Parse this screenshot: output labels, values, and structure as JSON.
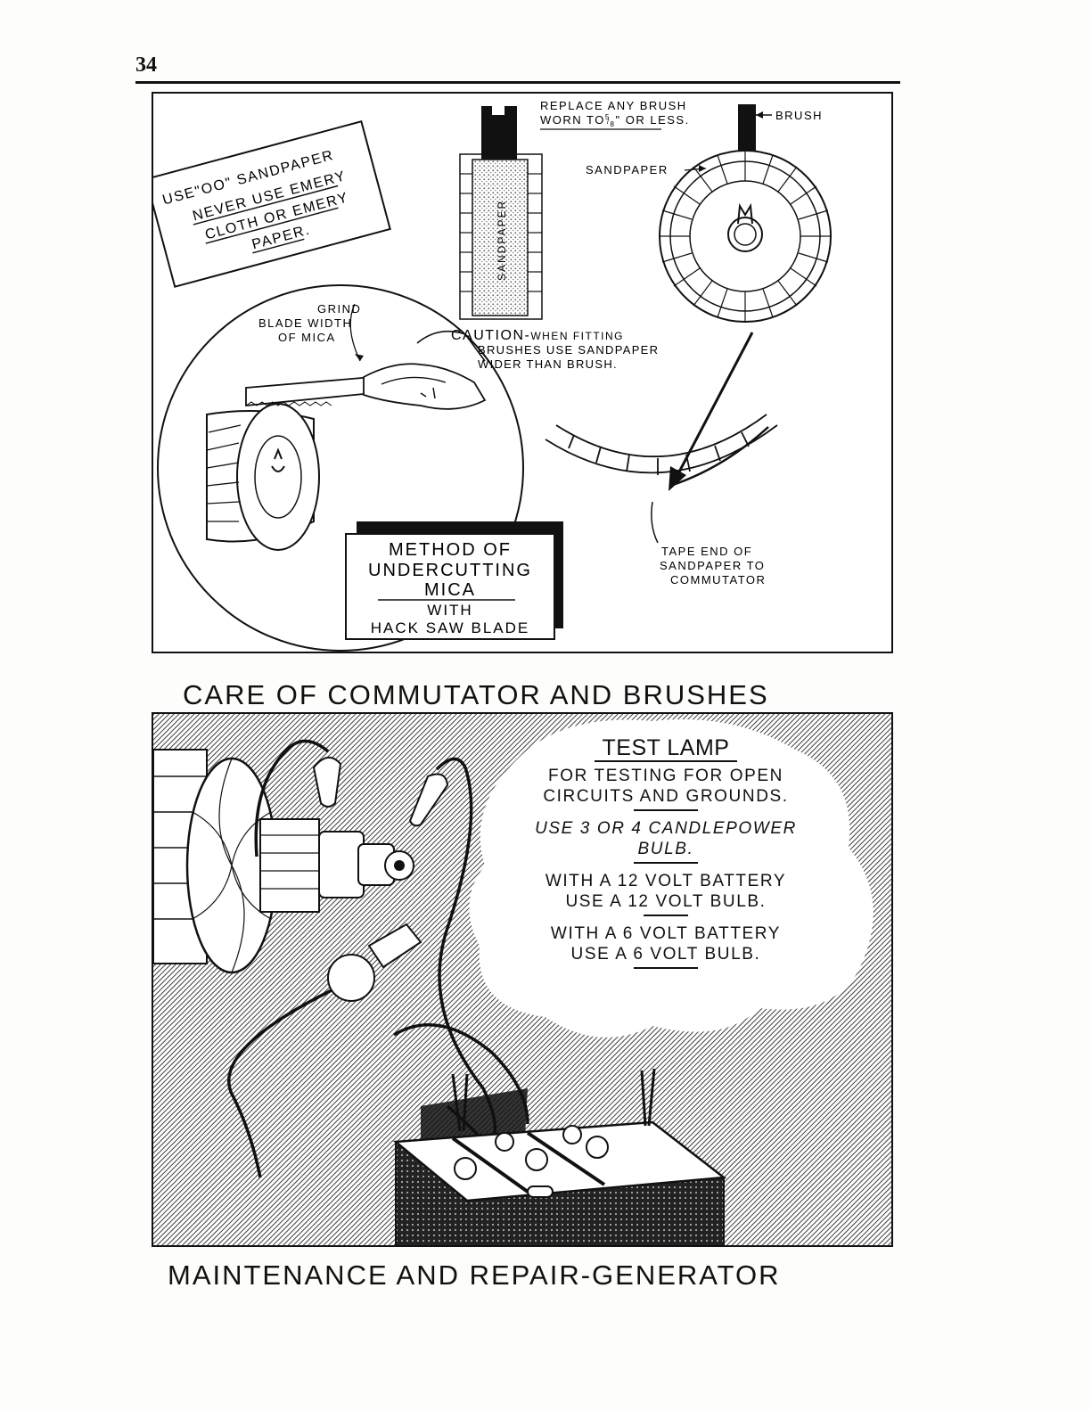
{
  "page": {
    "number": "34"
  },
  "top_panel": {
    "sandpaper_note": {
      "line1": "USE\"OO\" SANDPAPER",
      "line2": "NEVER USE EMERY",
      "line3": "CLOTH OR EMERY",
      "line4": "PAPER."
    },
    "replace_note": {
      "line1": "REPLACE ANY BRUSH",
      "line2_pre": "WORN TO",
      "fraction_num": "5",
      "fraction_den": "8",
      "line2_post": "\" OR LESS."
    },
    "brush_label": "BRUSH",
    "sandpaper_label": "SANDPAPER",
    "strip_label": "SANDPAPER",
    "grind_note": {
      "line1": "GRIND",
      "line2": "BLADE WIDTH",
      "line3": "OF MICA"
    },
    "caution_note": {
      "line1_big": "CAUTION-",
      "line1_small": "WHEN FITTING",
      "line2": "BRUSHES USE SANDPAPER",
      "line3": "WIDER THAN BRUSH."
    },
    "method_box": {
      "line1": "METHOD OF",
      "line2": "UNDERCUTTING",
      "line3": "MICA",
      "line4": "WITH",
      "line5": "HACK SAW BLADE"
    },
    "tape_note": {
      "line1": "TAPE END OF",
      "line2": "SANDPAPER TO",
      "line3": "COMMUTATOR"
    }
  },
  "titles": {
    "care": "CARE OF COMMUTATOR AND BRUSHES",
    "maintenance": "MAINTENANCE AND REPAIR-GENERATOR"
  },
  "test_lamp": {
    "heading": "TEST LAMP",
    "line1": "FOR TESTING FOR OPEN",
    "line2": "CIRCUITS AND GROUNDS.",
    "line3": "USE 3 OR 4 CANDLEPOWER",
    "line4": "BULB.",
    "line5": "WITH A 12 VOLT BATTERY",
    "line6": "USE A 12 VOLT BULB.",
    "line7": "WITH A 6 VOLT BATTERY",
    "line8": "USE A 6 VOLT BULB."
  }
}
